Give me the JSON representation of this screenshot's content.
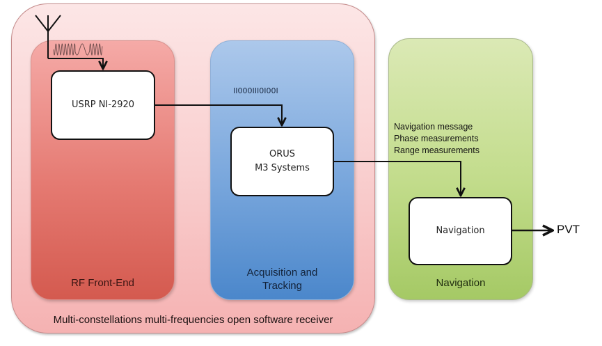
{
  "diagram": {
    "container": {
      "caption": "Multi-constellations multi-frequencies open software receiver"
    },
    "panels": [
      {
        "id": "rf-front-end",
        "label": "RF Front-End",
        "color": "#e06b62"
      },
      {
        "id": "acquisition-tracking",
        "label": "Acquisition and Tracking",
        "label_lines": [
          "Acquisition and",
          "Tracking"
        ],
        "color": "#6a9ed8"
      },
      {
        "id": "navigation",
        "label": "Navigation",
        "color": "#bcd882"
      }
    ],
    "blocks": {
      "usrp": {
        "lines": [
          "USRP NI-2920"
        ]
      },
      "orus": {
        "lines": [
          "ORUS",
          "M3 Systems"
        ]
      },
      "navigation": {
        "lines": [
          "Navigation"
        ]
      }
    },
    "signals": {
      "antenna_input": "antenna RF signal (waveform)",
      "bitstream": "II000III0I00I",
      "navigation_outputs": [
        "Navigation message",
        "Phase measurements",
        "Range measurements"
      ],
      "output": "PVT"
    },
    "icons": {
      "antenna": "antenna-icon",
      "waveform": "rf-waveform-icon"
    }
  }
}
